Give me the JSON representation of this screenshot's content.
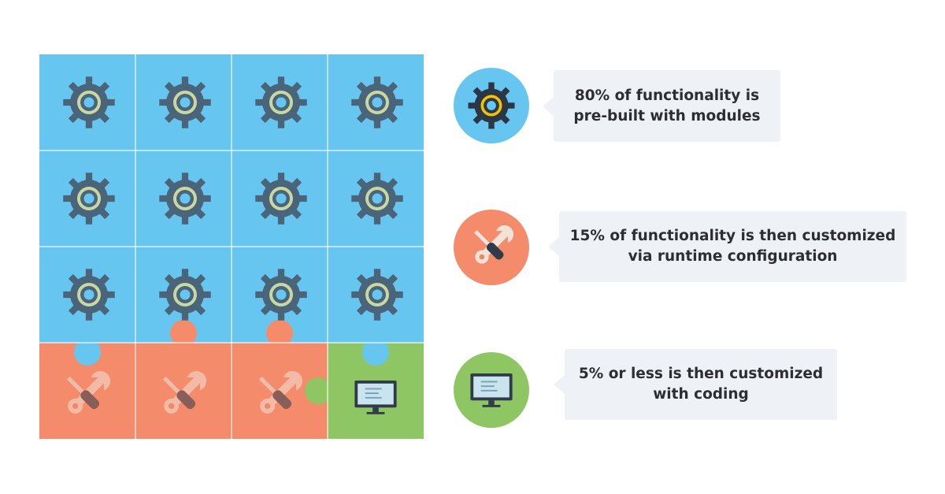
{
  "colors": {
    "modules": "#67c6ef",
    "configuration": "#f48c6c",
    "coding": "#8ec663",
    "gear": "#4a6479",
    "gear_ring": "#c8d8a0",
    "gear_large_ring": "#f2c300",
    "bubble_bg": "#eef1f5",
    "text": "#2c2e33"
  },
  "puzzle": {
    "rows": 4,
    "cols": 4,
    "pieces": [
      [
        "gear",
        "gear",
        "gear",
        "gear"
      ],
      [
        "gear",
        "gear",
        "gear",
        "gear"
      ],
      [
        "gear",
        "gear",
        "gear",
        "gear"
      ],
      [
        "tools",
        "tools",
        "tools",
        "monitor"
      ]
    ]
  },
  "legend": [
    {
      "icon": "gear-icon",
      "color": "#67c6ef",
      "lines": [
        "80% of functionality is",
        "pre-built with modules"
      ]
    },
    {
      "icon": "tools-icon",
      "color": "#f48c6c",
      "lines": [
        "15% of functionality is then customized",
        "via runtime configuration"
      ]
    },
    {
      "icon": "monitor-icon",
      "color": "#8ec663",
      "lines": [
        "5% or less is then customized",
        "with coding"
      ]
    }
  ]
}
